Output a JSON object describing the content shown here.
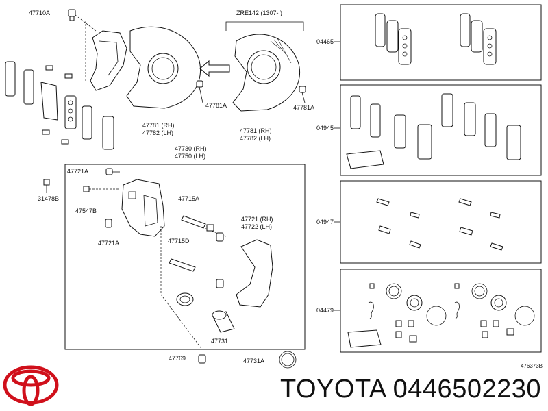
{
  "diagram": {
    "variant_header": "ZRE142 (1307-      )",
    "labels": {
      "p47710A": "47710A",
      "p47781A_left": "47781A",
      "p47781A_right": "47781A",
      "p47781_rh_1": "47781 (RH)",
      "p47782_lh_1": "47782 (LH)",
      "p47781_rh_2": "47781 (RH)",
      "p47782_lh_2": "47782 (LH)",
      "p47730_rh": "47730 (RH)",
      "p47750_lh": "47750 (LH)",
      "p47721A_top": "47721A",
      "p31478B": "31478B",
      "p47547B": "47547B",
      "p47715A": "47715A",
      "p47721A_mid": "47721A",
      "p47715D": "47715D",
      "p47721_rh": "47721 (RH)",
      "p47722_lh": "47722 (LH)",
      "p47731": "47731",
      "p47769": "47769",
      "p47731A": "47731A",
      "kit_04465": "04465",
      "kit_04945": "04945",
      "kit_04947": "04947",
      "kit_04479": "04479"
    },
    "diagram_code": "476373B"
  },
  "brand": {
    "text": "TOYOTA 0446502230",
    "logo_color": "#d0101b"
  }
}
